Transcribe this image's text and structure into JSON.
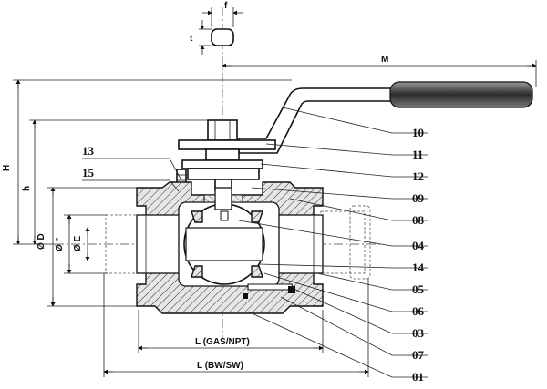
{
  "dimensions": {
    "f": "f",
    "t": "t",
    "M": "M",
    "H": "H",
    "h": "h",
    "D": "Ø D",
    "d": "Ø \"",
    "E": "Ø E",
    "L_gas": "L (GAS/NPT)",
    "L_bw": "L (BW/SW)"
  },
  "callouts": [
    "10",
    "11",
    "12",
    "09",
    "08",
    "04",
    "14",
    "05",
    "06",
    "03",
    "07",
    "01"
  ],
  "left_callouts": [
    "13",
    "15"
  ]
}
